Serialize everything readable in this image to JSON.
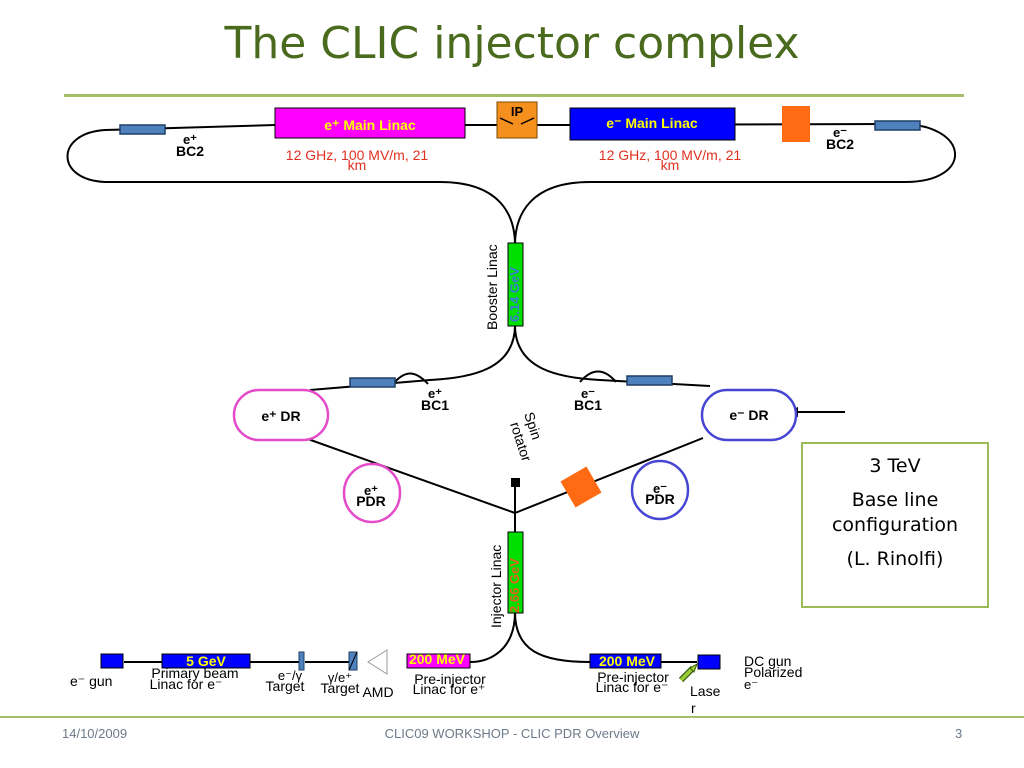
{
  "slide": {
    "title": "The CLIC injector complex",
    "footer_date": "14/10/2009",
    "footer_center": "CLIC09 WORKSHOP - CLIC PDR Overview",
    "footer_page": "3"
  },
  "note": {
    "line1": "3 TeV",
    "line2": "Base line",
    "line3": "configuration",
    "line4": "(L. Rinolfi)"
  },
  "labels": {
    "pos_main_linac": "e⁺ Main Linac",
    "neg_main_linac": "e⁻ Main Linac",
    "ip": "IP",
    "main_linac_params_left_1": "12 GHz, 100 MV/m, 21",
    "main_linac_params_left_2": "km",
    "main_linac_params_right_1": "12 GHz, 100 MV/m, 21",
    "main_linac_params_right_2": "km",
    "bc2_left_species": "e⁺",
    "bc2_left": "BC2",
    "bc2_right_species": "e⁻",
    "bc2_right": "BC2",
    "booster_linac": "Booster Linac",
    "booster_energy": "6.14 GeV",
    "bc1_left_species": "e⁺",
    "bc1_left": "BC1",
    "bc1_right_species": "e⁻",
    "bc1_right": "BC1",
    "pos_dr": "e⁺ DR",
    "neg_dr": "e⁻ DR",
    "spin_rotator_1": "Spin",
    "spin_rotator_2": "rotator",
    "pos_pdr_species": "e⁺",
    "pos_pdr": "PDR",
    "neg_pdr_species": "e⁻",
    "neg_pdr": "PDR",
    "injector_linac": "Injector Linac",
    "injector_energy": "2.66 GeV",
    "energy_5gev": "5 GeV",
    "primary_beam_1": "Primary beam",
    "primary_beam_2": "Linac for e⁻",
    "e_gun": "e⁻  gun",
    "target_1_top": "e⁻/γ",
    "target_1": "Target",
    "target_2_top": "γ/e⁺",
    "target_2": "Target",
    "amd": "AMD",
    "energy_200_left": "200 MeV",
    "pre_inj_left_1": "Pre-injector",
    "pre_inj_left_2": "Linac for e⁺",
    "energy_200_right": "200 MeV",
    "pre_inj_right_1": "Pre-injector",
    "pre_inj_right_2": "Linac for e⁻",
    "laser_1": "Lase",
    "laser_2": "r",
    "dc_gun": "DC gun",
    "polarized": "Polarized",
    "polarized_species": "e⁻"
  },
  "colors": {
    "title": "#4a6b1e",
    "accent_line": "#a6bf6a",
    "pos_linac": "#ff00ff",
    "neg_linac": "#0000ff",
    "orange": "#ff6a13",
    "booster_green": "#00e000",
    "magnet_blue": "#4f81bd",
    "pos_ring": "#e34bc9",
    "neg_ring": "#4646d2",
    "param_red": "#e03020"
  }
}
